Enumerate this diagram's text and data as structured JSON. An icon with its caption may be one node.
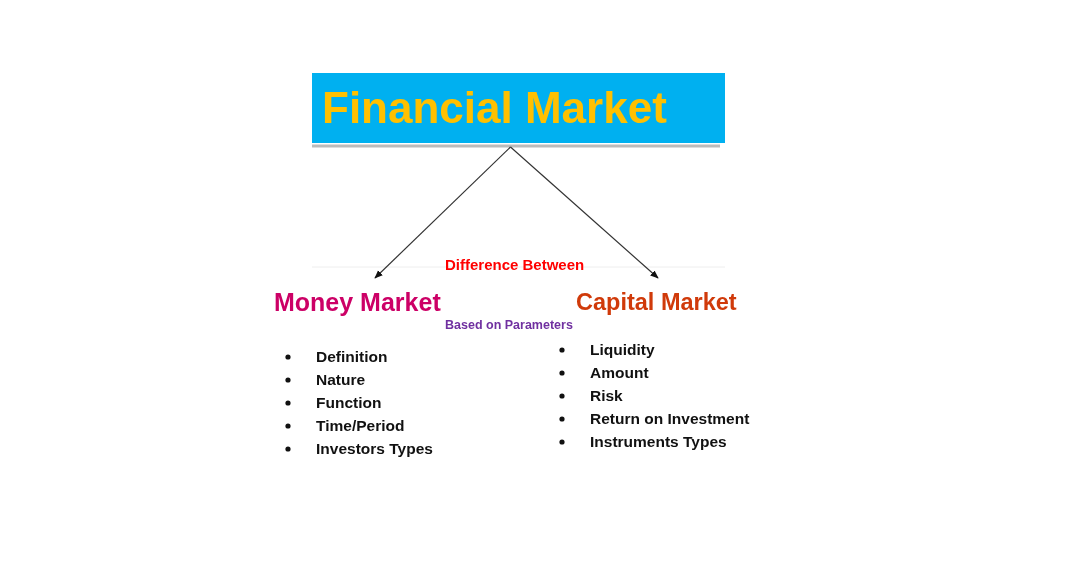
{
  "diagram": {
    "nodes": [
      {
        "text": [
          "Financial Market"
        ]
      },
      {
        "text": [
          "Money Market"
        ]
      },
      {
        "text": [
          "Capital Market"
        ]
      }
    ],
    "edges": [
      {
        "from": 0,
        "to": 1,
        "arrow": "to"
      },
      {
        "from": 0,
        "to": 2,
        "arrow": "to"
      }
    ],
    "labels": [
      "Difference Between",
      "Based on Parameters",
      "Definition",
      "Liquidity",
      "Nature",
      "Amount",
      "Function",
      "Risk",
      "Time/Period",
      "Return on Investment",
      "Investors Types",
      "Instruments Types"
    ]
  }
}
